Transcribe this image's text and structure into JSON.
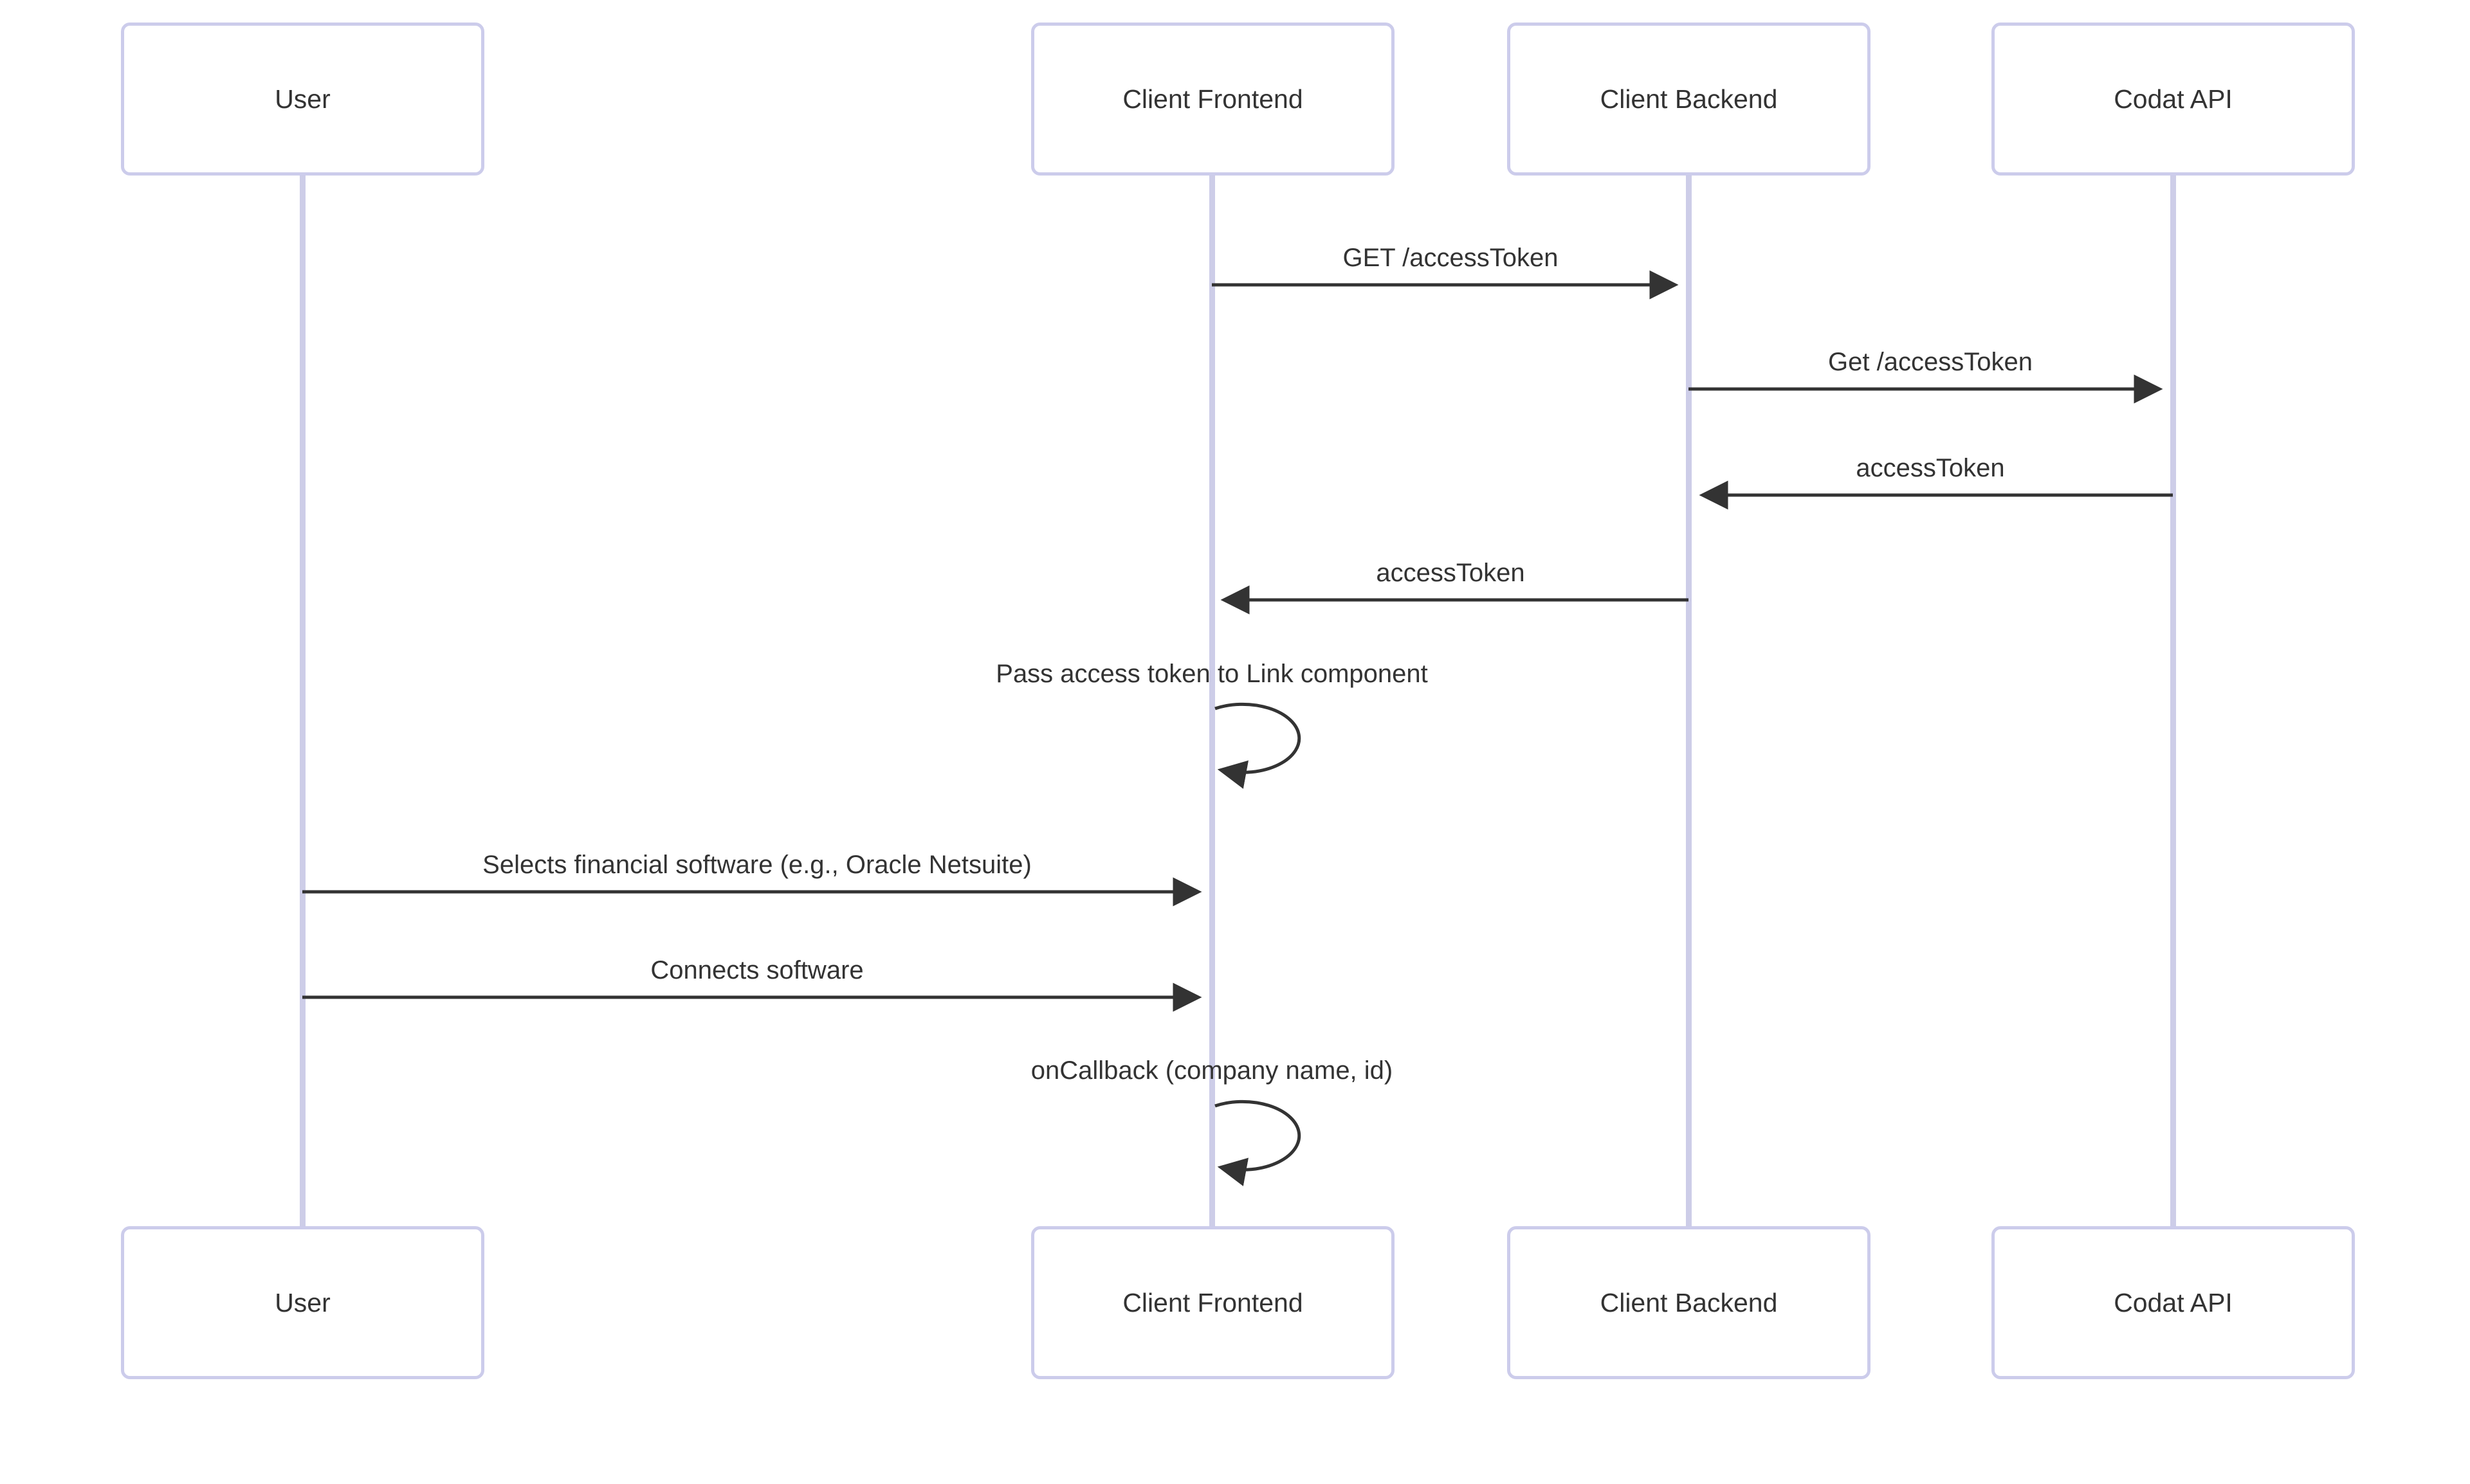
{
  "diagram": {
    "type": "sequence-diagram",
    "colors": {
      "background": "#ffffff",
      "actor_border": "#ccccEB",
      "actor_fill": "#ffffff",
      "lifeline": "#cdcde8",
      "message_line": "#333333",
      "text": "#333333"
    },
    "actors": [
      {
        "name": "User"
      },
      {
        "name": "Client Frontend"
      },
      {
        "name": "Client Backend"
      },
      {
        "name": "Codat API"
      }
    ],
    "messages": [
      {
        "from": "Client Frontend",
        "to": "Client Backend",
        "label": "GET /accessToken",
        "kind": "solid-arrow-right"
      },
      {
        "from": "Client Backend",
        "to": "Codat API",
        "label": "Get /accessToken",
        "kind": "solid-arrow-right"
      },
      {
        "from": "Codat API",
        "to": "Client Backend",
        "label": "accessToken",
        "kind": "solid-arrow-left"
      },
      {
        "from": "Client Backend",
        "to": "Client Frontend",
        "label": "accessToken",
        "kind": "solid-arrow-left"
      },
      {
        "from": "Client Frontend",
        "to": "Client Frontend",
        "label": "Pass access token to Link component",
        "kind": "self-loop"
      },
      {
        "from": "User",
        "to": "Client Frontend",
        "label": "Selects financial software (e.g., Oracle Netsuite)",
        "kind": "solid-arrow-right"
      },
      {
        "from": "User",
        "to": "Client Frontend",
        "label": "Connects software",
        "kind": "solid-arrow-right"
      },
      {
        "from": "Client Frontend",
        "to": "Client Frontend",
        "label": "onCallback (company name, id)",
        "kind": "self-loop"
      }
    ]
  }
}
